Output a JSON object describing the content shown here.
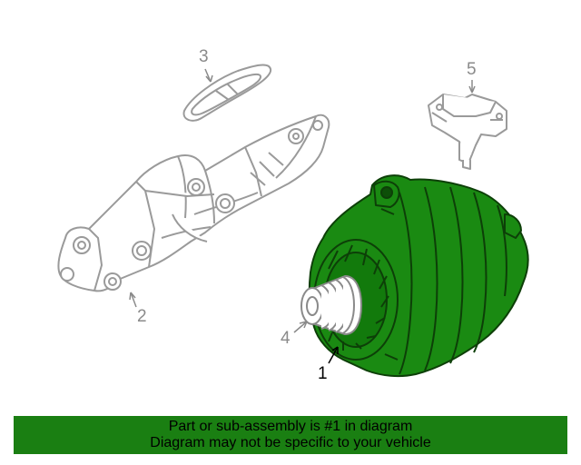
{
  "diagram": {
    "callouts": {
      "c1": "1",
      "c2": "2",
      "c3": "3",
      "c4": "4",
      "c5": "5"
    },
    "colors": {
      "highlight": "#1a8a12",
      "highlight_dark": "#0d4f08",
      "outline": "#9a9a9a",
      "banner": "#1a7f12"
    }
  },
  "banner": {
    "line1": "Part or sub-assembly is #1 in diagram",
    "line2": "Diagram may not be specific to your vehicle"
  }
}
